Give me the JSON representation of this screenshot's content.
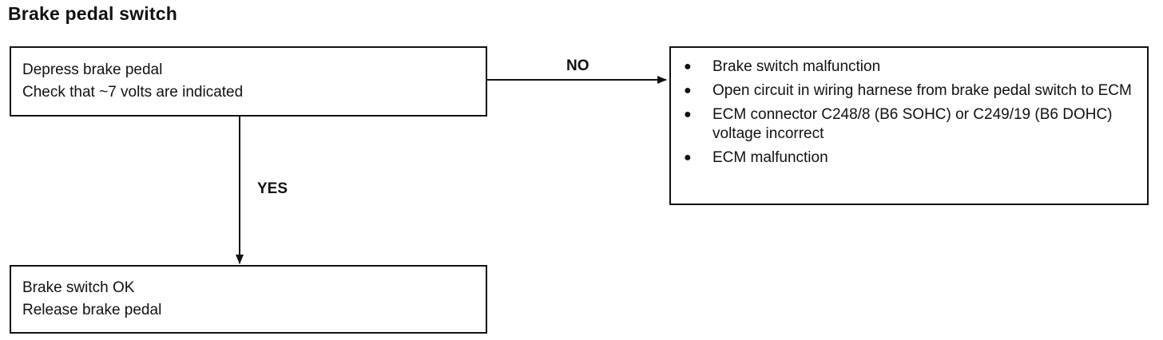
{
  "title": "Brake pedal switch",
  "check_box": {
    "lines": [
      "Depress brake pedal",
      "Check that ~7 volts are indicated"
    ]
  },
  "ok_box": {
    "lines": [
      "Brake switch OK",
      "Release brake pedal"
    ]
  },
  "fault_box": {
    "items": [
      "Brake switch malfunction",
      "Open circuit in wiring harnese from brake pedal switch to ECM",
      "ECM connector C248/8 (B6 SOHC) or C249/19 (B6 DOHC) voltage incorrect",
      "ECM malfunction"
    ]
  },
  "branches": {
    "no_label": "NO",
    "yes_label": "YES"
  }
}
